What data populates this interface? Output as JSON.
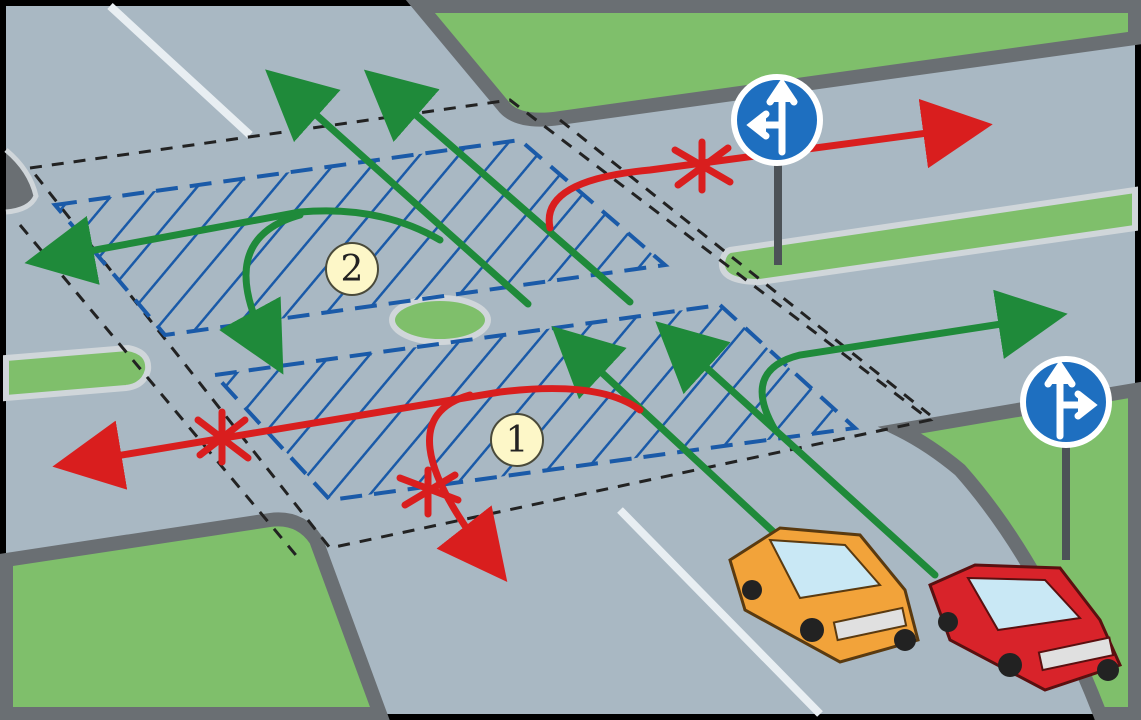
{
  "markers": {
    "zone_1": "1",
    "zone_2": "2"
  },
  "signs": [
    {
      "name": "sign-straight-or-left",
      "icon": "straight-left-arrow-icon",
      "color": "#1e6fc0"
    },
    {
      "name": "sign-straight-or-right",
      "icon": "straight-right-arrow-icon",
      "color": "#1e6fc0"
    }
  ],
  "colors": {
    "permitted_path": "#1f8a3a",
    "forbidden_path": "#d91e1e",
    "hatch": "#1a5aa8",
    "road": "#a9b8c3",
    "grass": "#7fbf6b",
    "curb": "#6a6f73"
  },
  "vehicles": [
    {
      "name": "orange-car",
      "color": "#f2a33a"
    },
    {
      "name": "red-car",
      "color": "#d8232a"
    }
  ]
}
